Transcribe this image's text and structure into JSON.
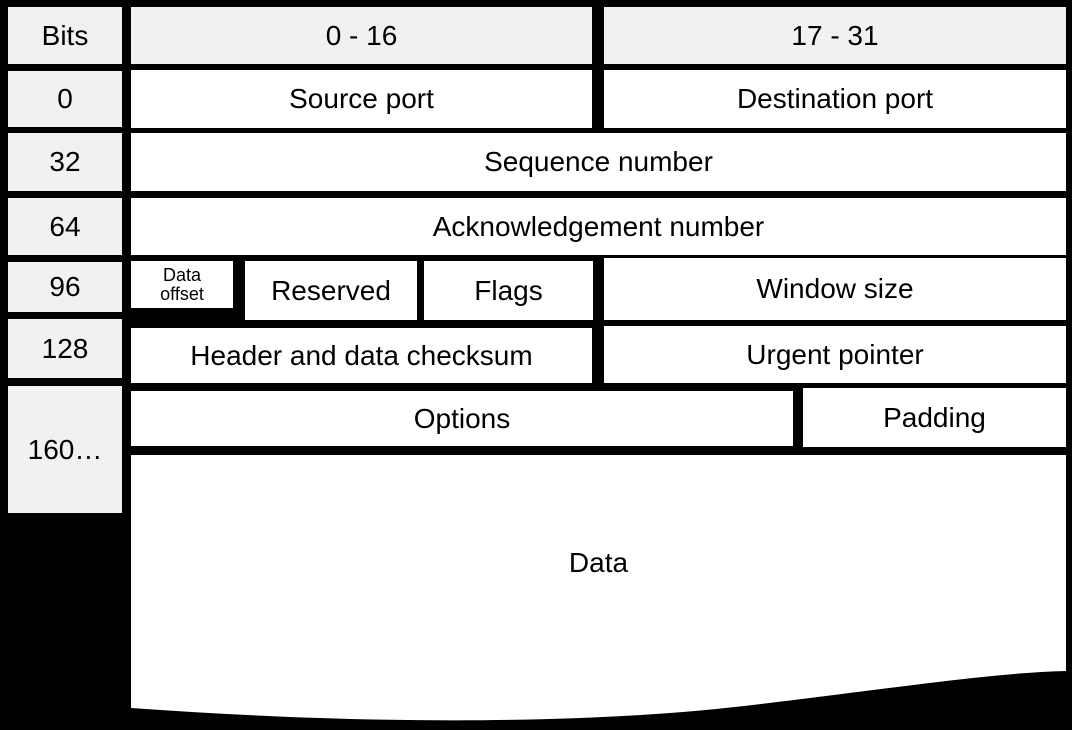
{
  "colors": {
    "background": "#000000",
    "field_bg": "#ffffff",
    "label_bg": "#f1f1f1",
    "text": "#000000"
  },
  "table": {
    "corner": "Bits",
    "headers": [
      "0 - 16",
      "17 - 31"
    ],
    "rows": [
      {
        "offset": "0",
        "fields": [
          "Source port",
          "Destination port"
        ]
      },
      {
        "offset": "32",
        "fields": [
          "Sequence number"
        ]
      },
      {
        "offset": "64",
        "fields": [
          "Acknowledgement number"
        ]
      },
      {
        "offset": "96",
        "fields": [
          "Data offset",
          "Reserved",
          "Flags",
          "Window size"
        ]
      },
      {
        "offset": "128",
        "fields": [
          "Header and data checksum",
          "Urgent pointer"
        ]
      },
      {
        "offset": "160…",
        "fields": [
          "Options",
          "Padding"
        ]
      }
    ],
    "data_area": {
      "label": "Data"
    }
  }
}
